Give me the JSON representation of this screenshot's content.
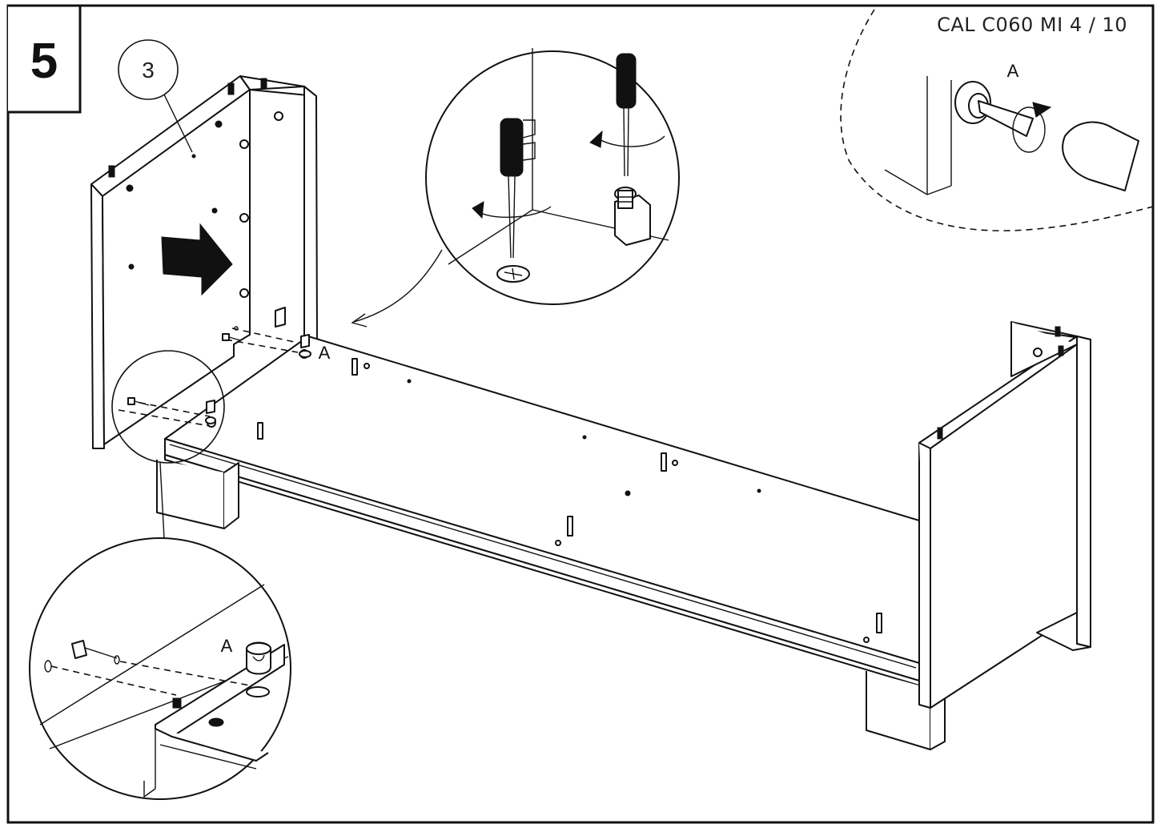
{
  "step": {
    "number": "5"
  },
  "header": {
    "code": "CAL C060 MI  4 / 10"
  },
  "parts": {
    "panel_number": "3"
  },
  "callouts": {
    "fitting_label_main": "A",
    "fitting_label_zoom": "A",
    "fitting_label_detail": "A"
  },
  "icons": {
    "push_direction": "arrow-right-icon",
    "rotation": "rotate-arrow-icon",
    "screwdriver": "screwdriver-icon"
  }
}
